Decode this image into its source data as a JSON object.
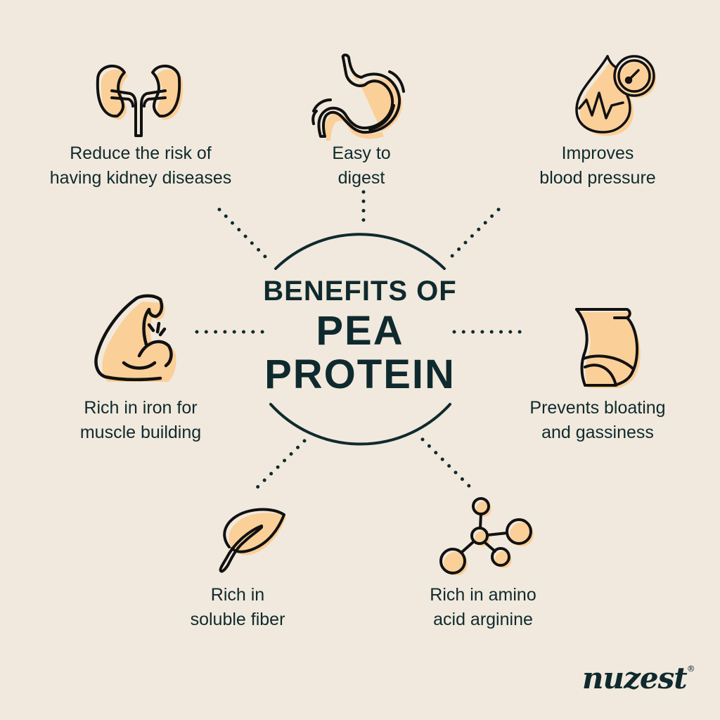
{
  "title": {
    "line1": "BENEFITS OF",
    "line2": "PEA",
    "line3": "PROTEIN"
  },
  "benefits": [
    {
      "icon": "kidney-icon",
      "line1": "Reduce the risk of",
      "line2": "having kidney diseases"
    },
    {
      "icon": "stomach-icon",
      "line1": "Easy to",
      "line2": "digest"
    },
    {
      "icon": "blood-pressure-icon",
      "line1": "Improves",
      "line2": "blood pressure"
    },
    {
      "icon": "flexed-bicep-icon",
      "line1": "Rich in iron for",
      "line2": "muscle building"
    },
    {
      "icon": "belly-icon",
      "line1": "Prevents bloating",
      "line2": "and gassiness"
    },
    {
      "icon": "leaf-icon",
      "line1": "Rich in",
      "line2": "soluble fiber"
    },
    {
      "icon": "molecule-icon",
      "line1": "Rich in amino",
      "line2": "acid arginine"
    }
  ],
  "brand": {
    "name": "nuzest",
    "registered": "®"
  },
  "colors": {
    "background": "#f1e9dd",
    "text": "#0f2a2e",
    "accent": "#fbcf98"
  }
}
